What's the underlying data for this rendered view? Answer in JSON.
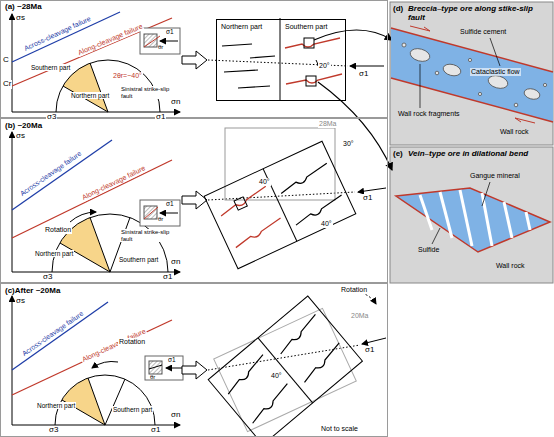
{
  "diagram": {
    "nodes": [
      {
        "text": [
          "(a) ~28Ma"
        ]
      },
      {
        "text": [
          "Northern part",
          "Southern part"
        ],
        "in": 0
      },
      {
        "text": [
          "(b) ~20Ma"
        ]
      },
      {
        "text": [
          "(c)After ~20Ma"
        ]
      },
      {
        "text": [
          "(d)",
          "Breccia–type ore along stike-slip fault"
        ]
      },
      {
        "text": [
          "(e)",
          "Vein–type ore in dilational bend"
        ]
      }
    ],
    "labels": [
      "σs",
      "Across-cleavage failure",
      "Along-cleavage failure",
      "C",
      "Cr",
      "Southern part",
      "Northern part",
      "2θr=~40°",
      "σ1",
      "θr",
      "Sinistral strike-slip fault",
      "σ3",
      "σ1",
      "σn",
      "20°",
      "σ1",
      "σs",
      "Across-cleavage failure",
      "Along-cleavage failure",
      "Rotation",
      "Northern part",
      "Southern part",
      "σ1",
      "θr",
      "Sinistral strike-slip fault",
      "σ3",
      "σ1",
      "σn",
      "28Ma",
      "30°",
      "40°",
      "40°",
      "σ1",
      "σs",
      "Across-cleavage failure",
      "Along-cleavage failure",
      "Rotation",
      "Northern part",
      "Southern part",
      "σ1",
      "θr",
      "σ3",
      "σ1",
      "σn",
      "Rotation",
      "20Ma",
      "40°",
      "σ1",
      "Not to scale",
      "Sulfide cement",
      "Cataclastic flow",
      "Wall rock fragments",
      "Wall rock",
      "Gangue mineral",
      "Sulfide",
      "Wall rock"
    ]
  }
}
